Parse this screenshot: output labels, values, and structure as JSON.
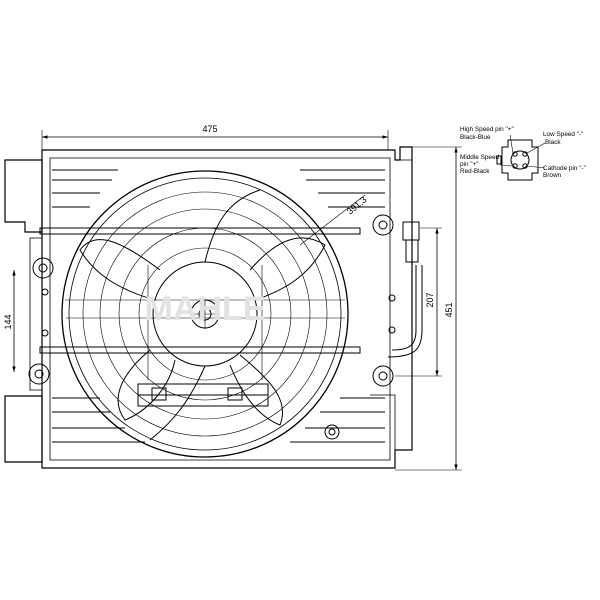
{
  "dimensions": {
    "width_top": "475",
    "radius": "391,3",
    "height_left": "144",
    "height_right_inner": "207",
    "height_total": "451"
  },
  "connector": {
    "high_speed_line1": "High Speed pin \"+\"",
    "high_speed_line2": "Black-Blue",
    "low_speed_line1": "Low Speed \"-\"",
    "low_speed_line2": "Black",
    "middle_speed_line1": "Middle Speed",
    "middle_speed_line2": "pin \"+\"",
    "middle_speed_line3": "Red-Black",
    "cathode_line1": "Cathode pin \"-\"",
    "cathode_line2": "Brown"
  },
  "watermark": "MAHLE"
}
